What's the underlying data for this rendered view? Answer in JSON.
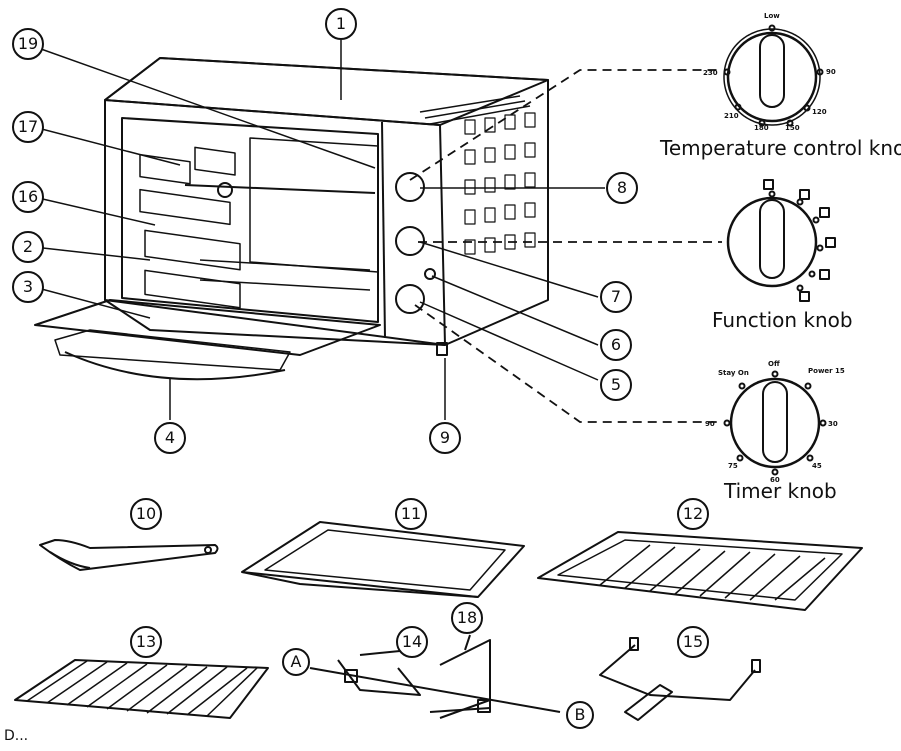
{
  "knobs": {
    "temperature": {
      "title": "Temperature control knob",
      "marks": [
        "Low",
        "90",
        "120",
        "150",
        "180",
        "210",
        "230"
      ]
    },
    "function": {
      "title": "Function knob"
    },
    "timer": {
      "title": "Timer knob",
      "marks": [
        "Stay On",
        "Off",
        "Power 15",
        "30",
        "45",
        "60",
        "75",
        "90"
      ]
    }
  },
  "callouts": [
    "1",
    "2",
    "3",
    "4",
    "5",
    "6",
    "7",
    "8",
    "9",
    "10",
    "11",
    "12",
    "13",
    "14",
    "15",
    "16",
    "17",
    "18",
    "19"
  ],
  "letters": [
    "A",
    "B"
  ],
  "footer": "D..."
}
